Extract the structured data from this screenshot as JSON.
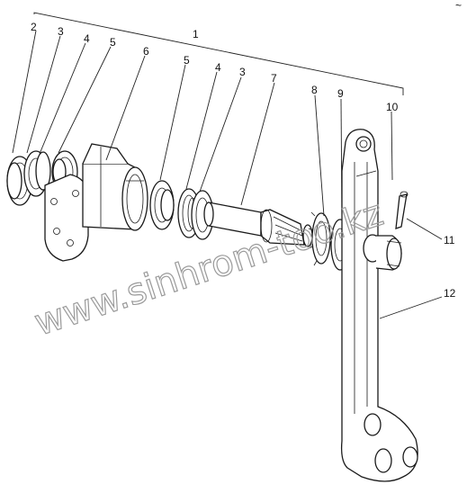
{
  "watermark": "www.sinhrom-too.kz",
  "corner_mark": "~",
  "callouts": [
    {
      "id": "callout-1",
      "text": "1"
    },
    {
      "id": "callout-2",
      "text": "2"
    },
    {
      "id": "callout-3a",
      "text": "3"
    },
    {
      "id": "callout-4a",
      "text": "4"
    },
    {
      "id": "callout-5a",
      "text": "5"
    },
    {
      "id": "callout-6",
      "text": "6"
    },
    {
      "id": "callout-5b",
      "text": "5"
    },
    {
      "id": "callout-4b",
      "text": "4"
    },
    {
      "id": "callout-3b",
      "text": "3"
    },
    {
      "id": "callout-7",
      "text": "7"
    },
    {
      "id": "callout-8",
      "text": "8"
    },
    {
      "id": "callout-9",
      "text": "9"
    },
    {
      "id": "callout-10",
      "text": "10"
    },
    {
      "id": "callout-11",
      "text": "11"
    },
    {
      "id": "callout-12",
      "text": "12"
    }
  ]
}
